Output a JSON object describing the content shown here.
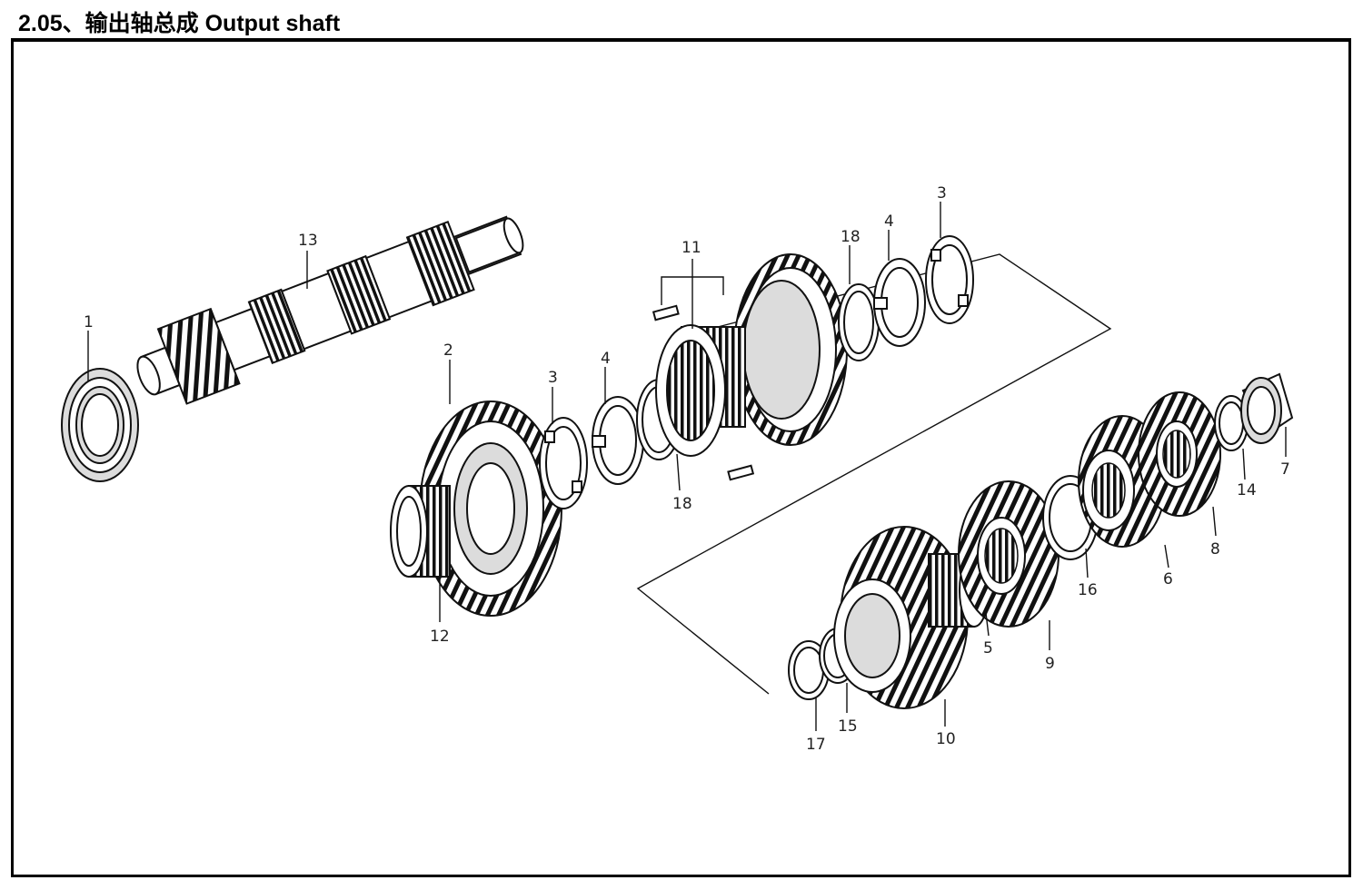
{
  "title": "2.05、输出轴总成  Output shaft",
  "callouts": {
    "c1": "1",
    "c2": "2",
    "c3a": "3",
    "c3b": "3",
    "c4a": "4",
    "c4b": "4",
    "c5": "5",
    "c6": "6",
    "c7": "7",
    "c8": "8",
    "c9": "9",
    "c10": "10",
    "c11": "11",
    "c12": "12",
    "c13": "13",
    "c14": "14",
    "c15": "15",
    "c16": "16",
    "c17": "17",
    "c18a": "18",
    "c18b": "18"
  }
}
